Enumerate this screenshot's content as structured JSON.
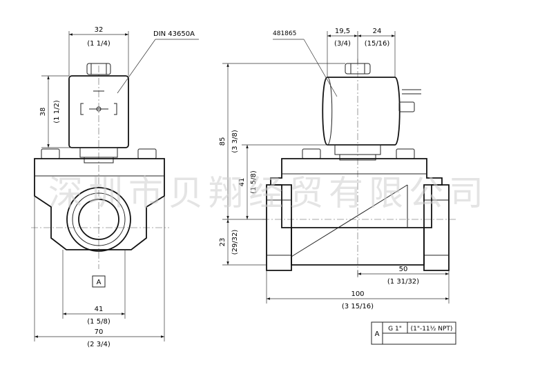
{
  "front_view": {
    "top_width": {
      "mm": "32",
      "inch": "(1 1/4)"
    },
    "coil_height": {
      "mm": "38",
      "inch": "(1 1/2)"
    },
    "connector_label": "DIN 43650A",
    "port_label": "A",
    "port_width": {
      "mm": "41",
      "inch": "(1 5/8)"
    },
    "body_width": {
      "mm": "70",
      "inch": "(2 3/4)"
    }
  },
  "side_view": {
    "coil_label": "481865",
    "coil_depth": {
      "mm": "19,5",
      "inch": "(3/4)"
    },
    "connector_depth": {
      "mm": "24",
      "inch": "(15/16)"
    },
    "total_height": {
      "mm": "85",
      "inch": "(3 3/8)"
    },
    "body_height": {
      "mm": "41",
      "inch": "(1 5/8)"
    },
    "port_height": {
      "mm": "23",
      "inch": "(29/32)"
    },
    "half_length": {
      "mm": "50",
      "inch": "(1 31/32)"
    },
    "total_length": {
      "mm": "100",
      "inch": "(3 15/16)"
    }
  },
  "thread_table": {
    "row_label": "A",
    "col1": "G 1\"",
    "col2": "(1\"-11½ NPT)"
  },
  "watermark": "深圳市贝翔经贸有限公司"
}
